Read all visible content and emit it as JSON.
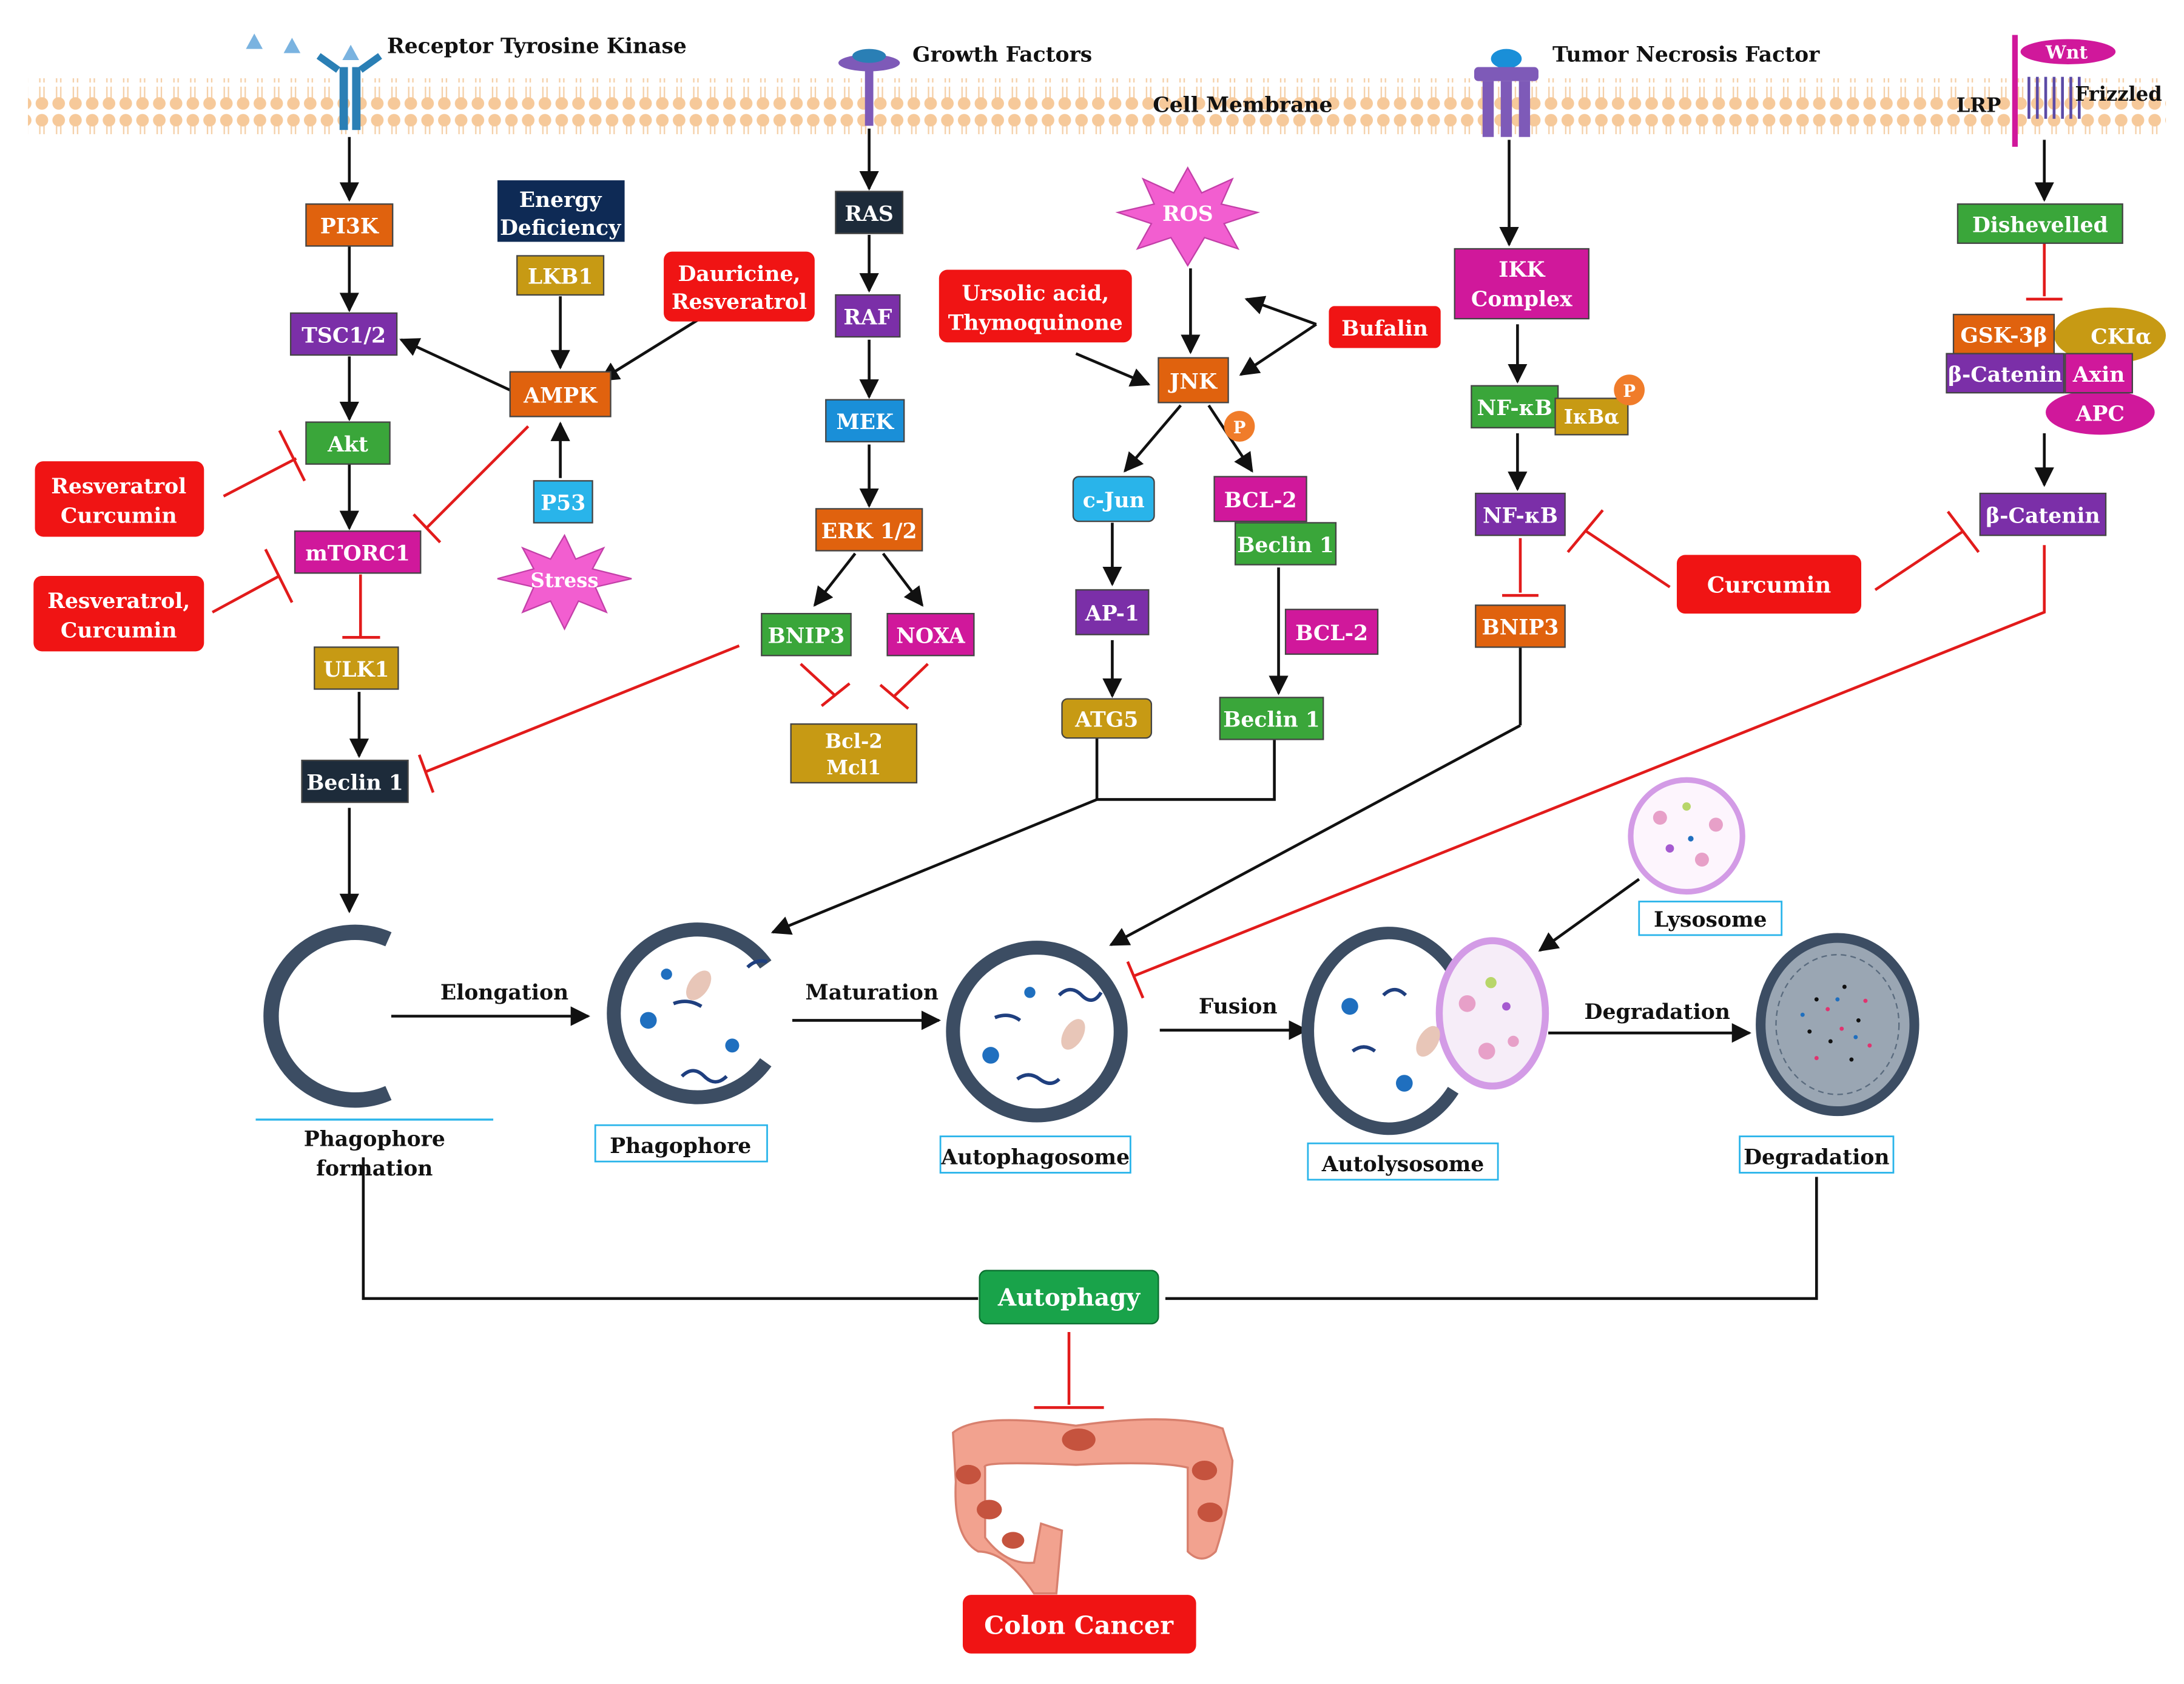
{
  "membrane": {
    "label": "Cell Membrane",
    "receptors": {
      "rtk": "Receptor Tyrosine Kinase",
      "gf": "Growth Factors",
      "tnf": "Tumor Necrosis Factor",
      "wnt": "Wnt",
      "lrp": "LRP",
      "frizzled": "Frizzled"
    }
  },
  "nodes": {
    "pi3k": "PI3K",
    "tsc": "TSC1/2",
    "akt": "Akt",
    "mtorc1": "mTORC1",
    "ulk1": "ULK1",
    "beclin_left": "Beclin 1",
    "energy1": "Energy",
    "energy2": "Deficiency",
    "lkb1": "LKB1",
    "ampk": "AMPK",
    "p53": "P53",
    "stress": "Stress",
    "ras": "RAS",
    "raf": "RAF",
    "mek": "MEK",
    "erk": "ERK 1/2",
    "bnip3_mid": "BNIP3",
    "noxa": "NOXA",
    "bcl2_mcl1_a": "Bcl-2",
    "bcl2_mcl1_b": "Mcl1",
    "ros": "ROS",
    "jnk": "JNK",
    "cjun": "c-Jun",
    "ap1": "AP-1",
    "atg5": "ATG5",
    "bcl2_a": "BCL-2",
    "beclin_a": "Beclin 1",
    "bcl2_b": "BCL-2",
    "beclin_b": "Beclin 1",
    "ikk1": "IKK",
    "ikk2": "Complex",
    "nfkb_a": "NF-κB",
    "ikba": "IκBα",
    "nfkb_b": "NF-κB",
    "bnip3_right": "BNIP3",
    "dishevelled": "Dishevelled",
    "gsk": "GSK-3β",
    "cki": "CKIα",
    "bcatenin_a": "β-Catenin",
    "axin": "Axin",
    "apc": "APC",
    "bcatenin_b": "β-Catenin",
    "p_label": "P"
  },
  "drugs": {
    "res_cur_1a": "Resveratrol",
    "res_cur_1b": "Curcumin",
    "res_cur_2a": "Resveratrol,",
    "res_cur_2b": "Curcumin",
    "dauricine_a": "Dauricine,",
    "dauricine_b": "Resveratrol",
    "ursolic_a": "Ursolic acid,",
    "ursolic_b": "Thymoquinone",
    "bufalin": "Bufalin",
    "curcumin": "Curcumin"
  },
  "stages": {
    "phagophore_formation_a": "Phagophore",
    "phagophore_formation_b": "formation",
    "phagophore": "Phagophore",
    "autophagosome": "Autophagosome",
    "autolysosome": "Autolysosome",
    "degradation": "Degradation",
    "lysosome": "Lysosome",
    "elongation": "Elongation",
    "maturation": "Maturation",
    "fusion": "Fusion",
    "degradation_step": "Degradation"
  },
  "outcome": {
    "autophagy": "Autophagy",
    "colon_cancer": "Colon Cancer"
  },
  "colors": {
    "orange": "#e0620e",
    "purple": "#7b2fa8",
    "green": "#3aa63a",
    "magenta": "#d0189b",
    "gold": "#c79a14",
    "navy": "#1d2b3a",
    "blue": "#1a8fd8",
    "cyan": "#29b4ea",
    "red": "#f01414",
    "dark_navy": "#0e2a55",
    "inhibit": "#e21b1b"
  }
}
